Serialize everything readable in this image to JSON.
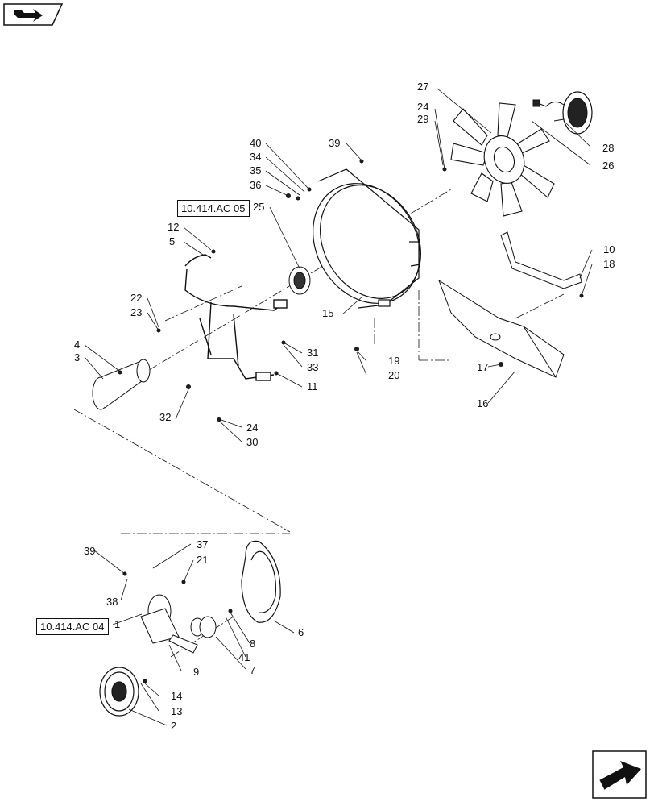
{
  "header": {
    "back_icon": "back-to-index-icon"
  },
  "footer": {
    "next_icon": "next-page-arrow-icon"
  },
  "references": [
    {
      "id": "ref-cooling",
      "label": "10.414.AC 05"
    },
    {
      "id": "ref-pump",
      "label": "10.414.AC 04"
    }
  ],
  "callouts": {
    "c1": "1",
    "c2": "2",
    "c3": "3",
    "c4": "4",
    "c5": "5",
    "c6": "6",
    "c7": "7",
    "c8": "8",
    "c9": "9",
    "c10": "10",
    "c11": "11",
    "c12": "12",
    "c13": "13",
    "c14": "14",
    "c15": "15",
    "c16": "16",
    "c17": "17",
    "c18": "18",
    "c19": "19",
    "c20": "20",
    "c21": "21",
    "c22": "22",
    "c23": "23",
    "c24a": "24",
    "c24b": "24",
    "c25": "25",
    "c26": "26",
    "c27": "27",
    "c28": "28",
    "c29": "29",
    "c30": "30",
    "c31": "31",
    "c32": "32",
    "c33": "33",
    "c34": "34",
    "c35": "35",
    "c36": "36",
    "c37": "37",
    "c38": "38",
    "c39a": "39",
    "c39b": "39",
    "c40": "40",
    "c41": "41"
  }
}
